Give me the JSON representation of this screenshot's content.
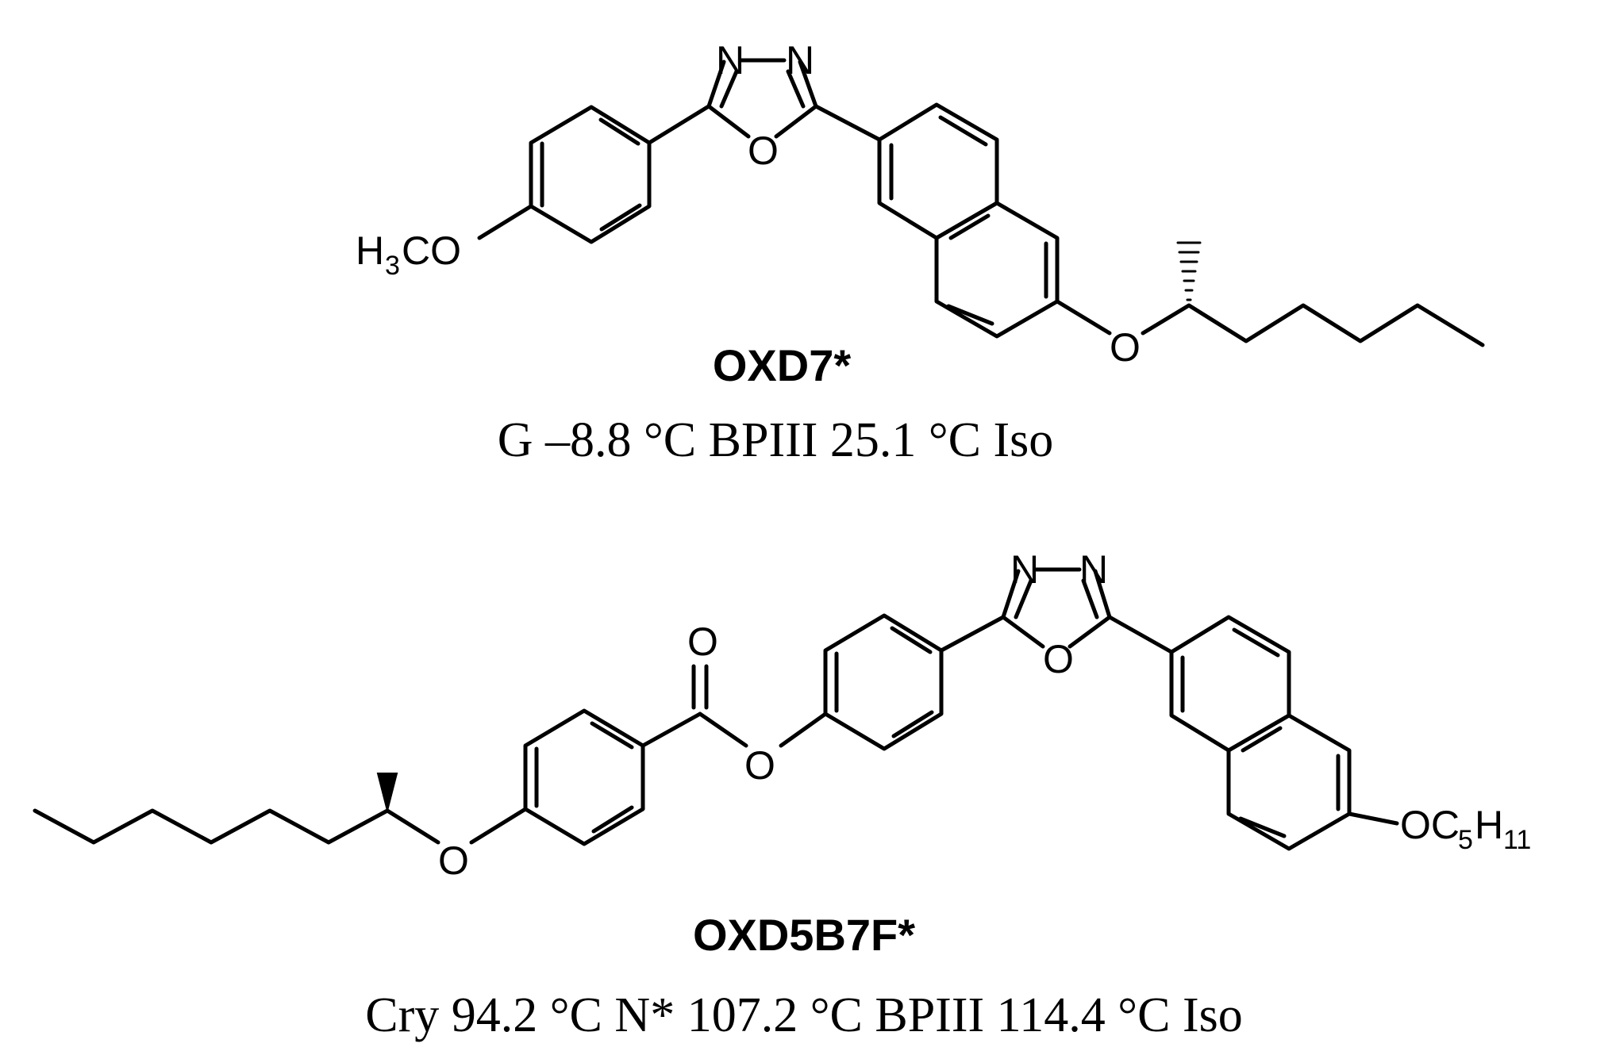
{
  "molecules": [
    {
      "name": "OXD7*",
      "phases": "G –8.8 °C BPIII 25.1 °C Iso",
      "atoms": {
        "n1": "N",
        "n2": "N",
        "o_ring": "O",
        "methoxy_h": "H",
        "methoxy_3": "3",
        "methoxy_co": "CO",
        "o_ether": "O"
      }
    },
    {
      "name": "OXD5B7F*",
      "phases": "Cry 94.2 °C N* 107.2 °C BPIII 114.4 °C Iso",
      "atoms": {
        "n1": "N",
        "n2": "N",
        "o_ring": "O",
        "o_carbonyl": "O",
        "o_ester": "O",
        "o_ether": "O",
        "pentoxy_oc": "OC",
        "pentoxy_5": "5",
        "pentoxy_h": "H",
        "pentoxy_11": "11"
      }
    }
  ]
}
